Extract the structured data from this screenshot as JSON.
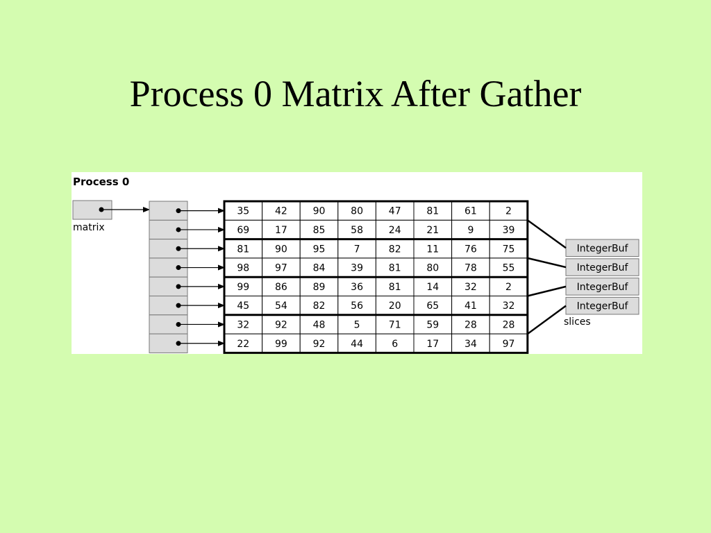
{
  "slide": {
    "title": "Process 0 Matrix After Gather"
  },
  "diagram": {
    "process_label": "Process 0",
    "matrix_label": "matrix",
    "slices_label": "slices",
    "slice_label": "IntegerBuf",
    "slice_count": 4,
    "rows_per_slice": 2,
    "matrix_values": [
      [
        35,
        42,
        90,
        80,
        47,
        81,
        61,
        2
      ],
      [
        69,
        17,
        85,
        58,
        24,
        21,
        9,
        39
      ],
      [
        81,
        90,
        95,
        7,
        82,
        11,
        76,
        75
      ],
      [
        98,
        97,
        84,
        39,
        81,
        80,
        78,
        55
      ],
      [
        99,
        86,
        89,
        36,
        81,
        14,
        32,
        2
      ],
      [
        45,
        54,
        82,
        56,
        20,
        65,
        41,
        32
      ],
      [
        32,
        92,
        48,
        5,
        71,
        59,
        28,
        28
      ],
      [
        22,
        99,
        92,
        44,
        6,
        17,
        34,
        97
      ]
    ]
  }
}
